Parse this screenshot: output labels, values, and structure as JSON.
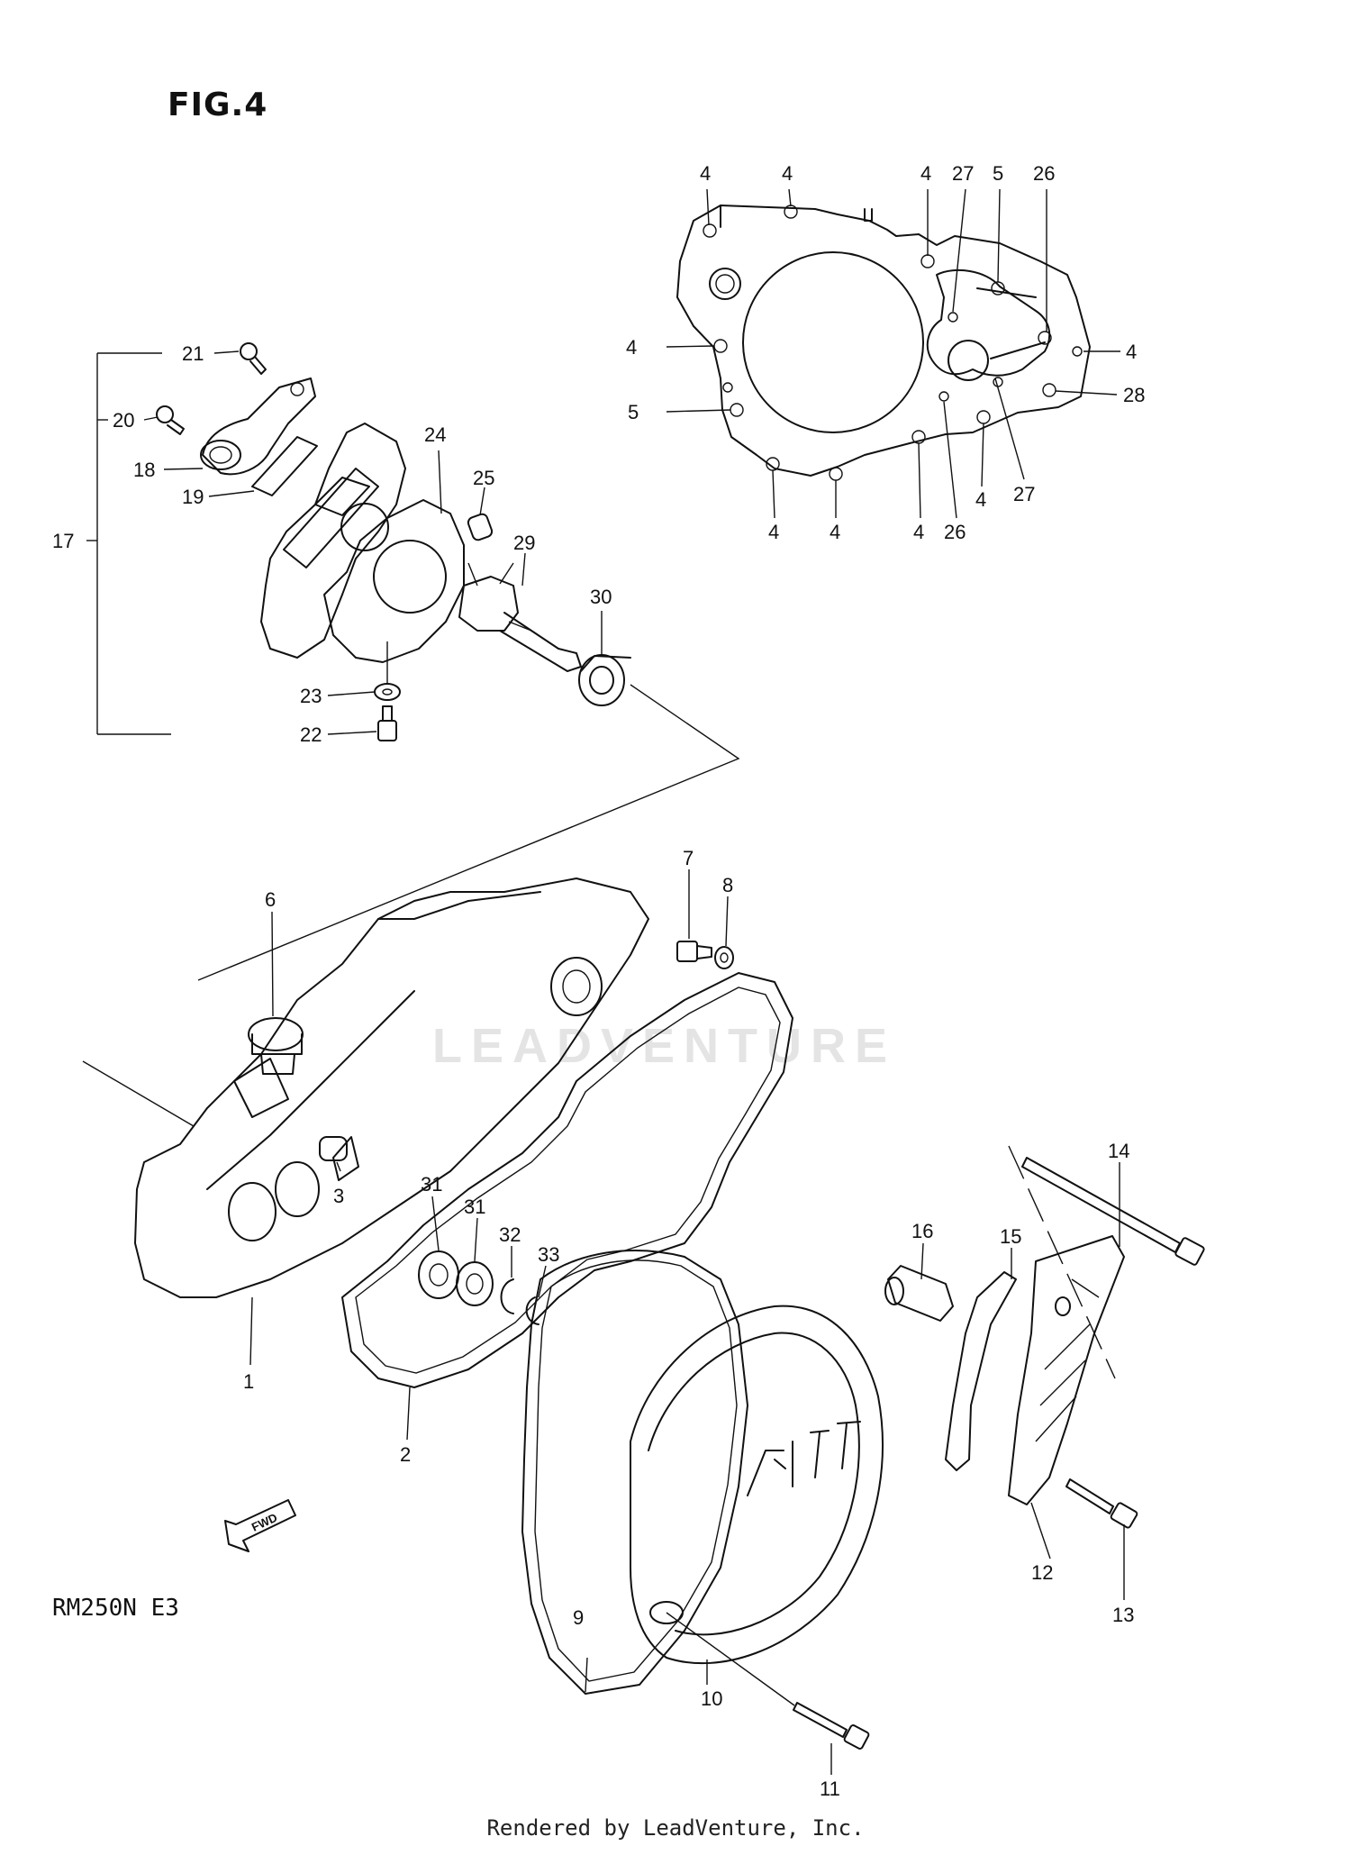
{
  "figure_title": "FIG.4",
  "model_code": "RM250N E3",
  "footer_credit": "Rendered by LeadVenture, Inc.",
  "watermark_text": "LEADVENTURE",
  "fwd_label": "FWD",
  "callouts": [
    {
      "id": "c1",
      "text": "1"
    },
    {
      "id": "c2",
      "text": "2"
    },
    {
      "id": "c3",
      "text": "3"
    },
    {
      "id": "c4a",
      "text": "4"
    },
    {
      "id": "c4b",
      "text": "4"
    },
    {
      "id": "c4c",
      "text": "4"
    },
    {
      "id": "c4d",
      "text": "4"
    },
    {
      "id": "c4e",
      "text": "4"
    },
    {
      "id": "c4f",
      "text": "4"
    },
    {
      "id": "c4g",
      "text": "4"
    },
    {
      "id": "c4h",
      "text": "4"
    },
    {
      "id": "c4i",
      "text": "4"
    },
    {
      "id": "c5a",
      "text": "5"
    },
    {
      "id": "c5b",
      "text": "5"
    },
    {
      "id": "c6",
      "text": "6"
    },
    {
      "id": "c7",
      "text": "7"
    },
    {
      "id": "c8",
      "text": "8"
    },
    {
      "id": "c9",
      "text": "9"
    },
    {
      "id": "c10",
      "text": "10"
    },
    {
      "id": "c11",
      "text": "11"
    },
    {
      "id": "c12",
      "text": "12"
    },
    {
      "id": "c13",
      "text": "13"
    },
    {
      "id": "c14",
      "text": "14"
    },
    {
      "id": "c15",
      "text": "15"
    },
    {
      "id": "c16",
      "text": "16"
    },
    {
      "id": "c17",
      "text": "17"
    },
    {
      "id": "c18",
      "text": "18"
    },
    {
      "id": "c19",
      "text": "19"
    },
    {
      "id": "c20",
      "text": "20"
    },
    {
      "id": "c21",
      "text": "21"
    },
    {
      "id": "c22",
      "text": "22"
    },
    {
      "id": "c23",
      "text": "23"
    },
    {
      "id": "c24",
      "text": "24"
    },
    {
      "id": "c25",
      "text": "25"
    },
    {
      "id": "c26a",
      "text": "26"
    },
    {
      "id": "c26b",
      "text": "26"
    },
    {
      "id": "c27a",
      "text": "27"
    },
    {
      "id": "c27b",
      "text": "27"
    },
    {
      "id": "c28",
      "text": "28"
    },
    {
      "id": "c29",
      "text": "29"
    },
    {
      "id": "c30",
      "text": "30"
    },
    {
      "id": "c31a",
      "text": "31"
    },
    {
      "id": "c31b",
      "text": "31"
    },
    {
      "id": "c32",
      "text": "32"
    },
    {
      "id": "c33",
      "text": "33"
    }
  ]
}
